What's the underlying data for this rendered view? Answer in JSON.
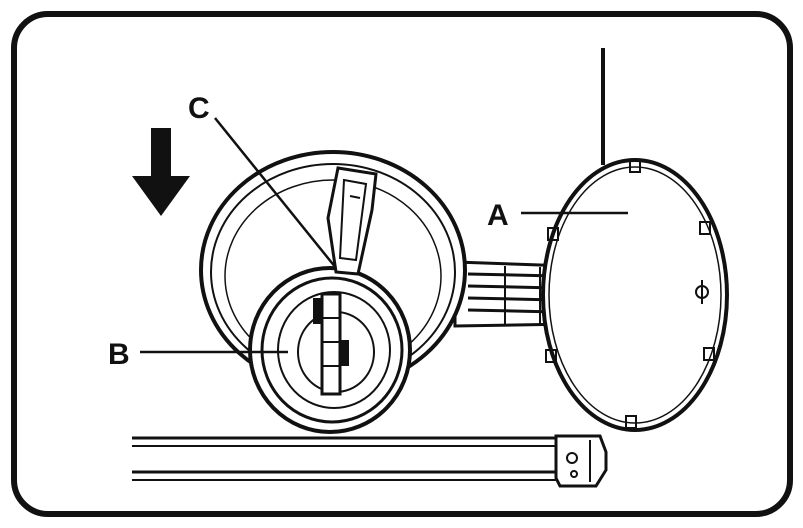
{
  "labels": {
    "a": "A",
    "b": "B",
    "c": "C"
  },
  "colors": {
    "ink": "#111111",
    "background": "#ffffff"
  },
  "icons": {
    "direction_arrow": "arrow-down-icon"
  }
}
